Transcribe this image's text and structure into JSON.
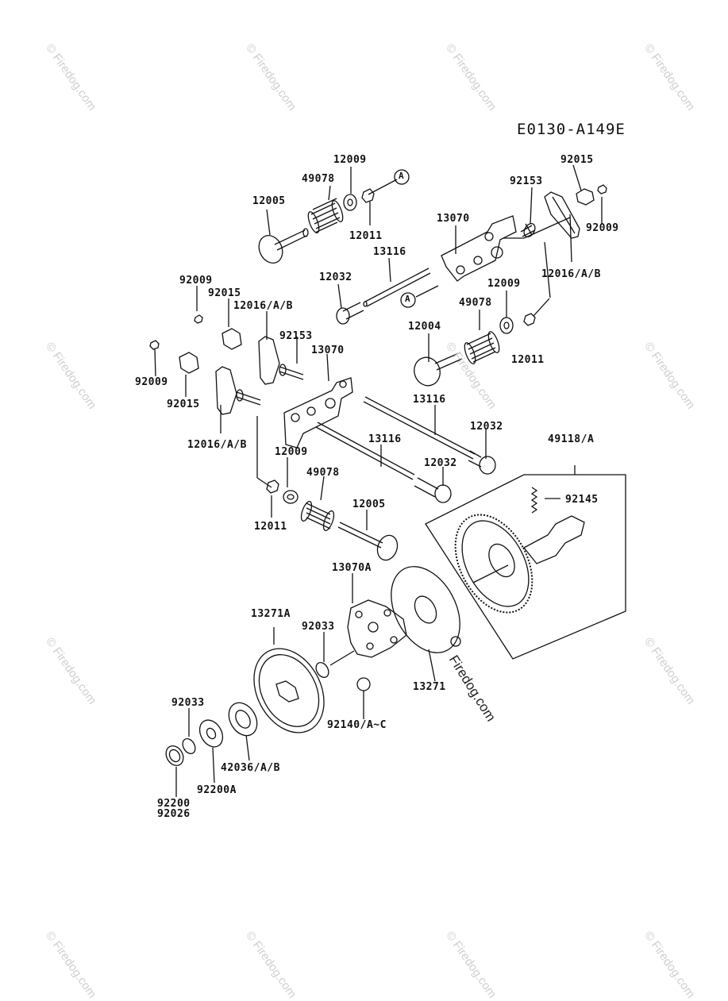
{
  "diagram_code": "E0130-A149E",
  "watermark": "© Firedog.com",
  "watermark_big": "Firedog.com",
  "labels": {
    "p12009_a": "12009",
    "p49078_a": "49078",
    "p12005_a": "12005",
    "p12011_a": "12011",
    "ref_a1": "A",
    "p92015_a": "92015",
    "p92153_a": "92153",
    "p92009_a": "92009",
    "p13070_a": "13070",
    "p13116_a": "13116",
    "p12016_a": "12016/A/B",
    "p12032_a": "12032",
    "ref_a2": "A",
    "p12009_b": "12009",
    "p49078_b": "49078",
    "p12004": "12004",
    "p12011_b": "12011",
    "p92009_b": "92009",
    "p92015_b": "92015",
    "p12016_b": "12016/A/B",
    "p92153_b": "92153",
    "p13070_b": "13070",
    "p92009_c": "92009",
    "p92015_c": "92015",
    "p12016_c": "12016/A/B",
    "p13116_b": "13116",
    "p12032_b": "12032",
    "p49118": "49118/A",
    "p13116_c": "13116",
    "p12032_c": "12032",
    "p12009_c": "12009",
    "p49078_c": "49078",
    "p12005_b": "12005",
    "p12011_c": "12011",
    "p92145": "92145",
    "p13070A": "13070A",
    "p13271A": "13271A",
    "p92033_a": "92033",
    "p13271": "13271",
    "p92140": "92140/A~C",
    "p92033_b": "92033",
    "p42036": "42036/A/B",
    "p92200A": "92200A",
    "p92200": "92200",
    "p92026": "92026"
  }
}
